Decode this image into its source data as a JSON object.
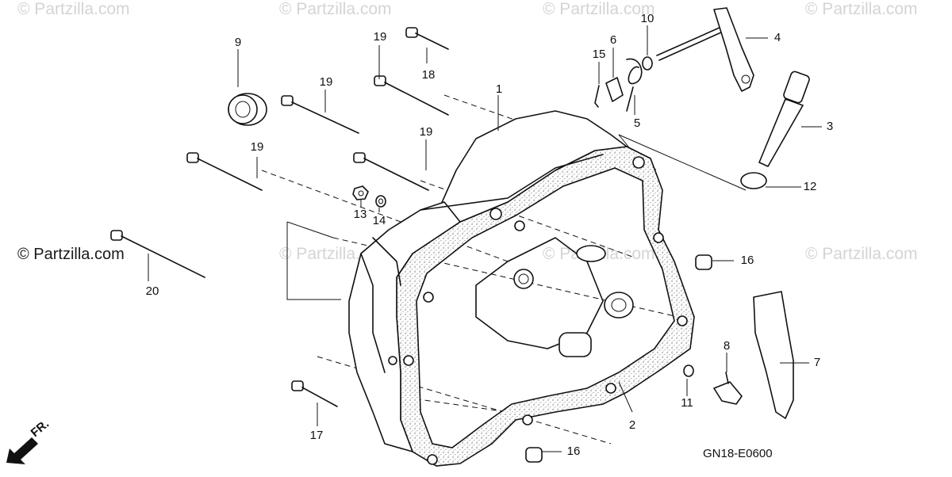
{
  "watermarks": {
    "brand": "© Partzilla.com",
    "overlay": "© Partzilla.com"
  },
  "diagram_code": "GN18-E0600",
  "front_marker": {
    "label": "FR.",
    "icon": "arrow-front-icon"
  },
  "callouts": {
    "c1": "1",
    "c2": "2",
    "c3": "3",
    "c4": "4",
    "c5": "5",
    "c6": "6",
    "c7": "7",
    "c8": "8",
    "c9": "9",
    "c10": "10",
    "c11": "11",
    "c12": "12",
    "c13": "13",
    "c14": "14",
    "c15": "15",
    "c16a": "16",
    "c16b": "16",
    "c17": "17",
    "c18": "18",
    "c19a": "19",
    "c19b": "19",
    "c19c": "19",
    "c19d": "19",
    "c20": "20"
  }
}
